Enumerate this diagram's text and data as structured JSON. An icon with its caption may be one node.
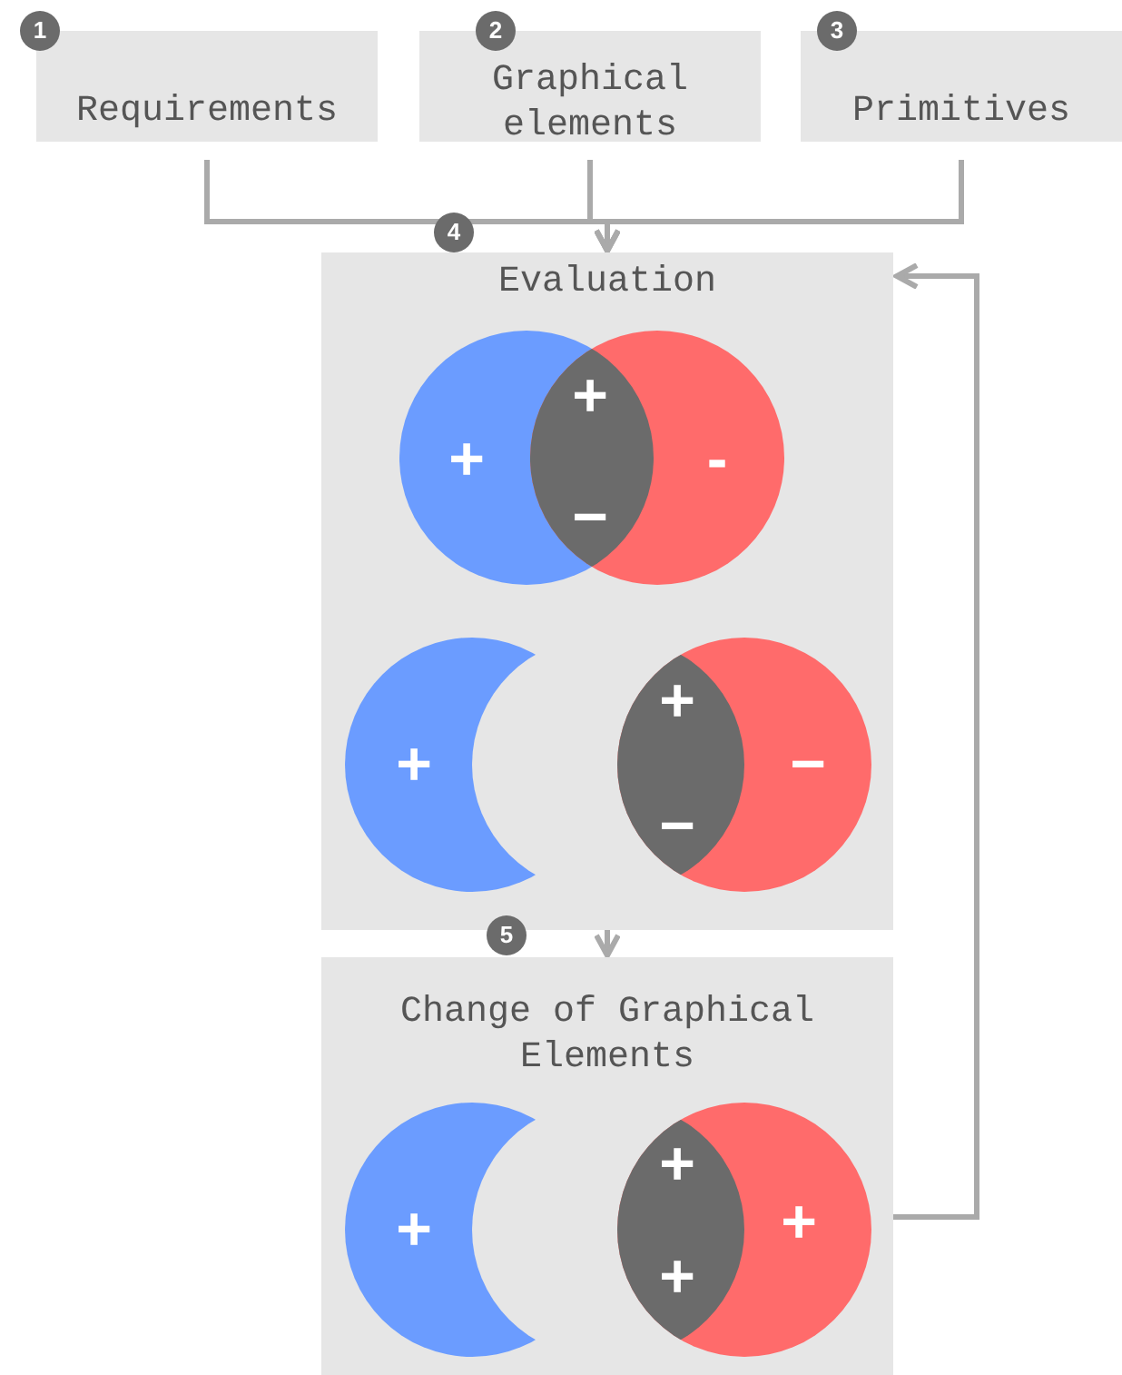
{
  "diagram": {
    "nodes": [
      {
        "text": [
          "Requirements"
        ],
        "beside": [
          "1"
        ]
      },
      {
        "text": [
          "Graphical elements"
        ],
        "beside": [
          "2"
        ]
      },
      {
        "text": [
          "Primitives"
        ],
        "beside": [
          "3"
        ]
      },
      {
        "text": [
          "Evaluation"
        ],
        "beside": [
          "4"
        ]
      },
      {
        "text": [
          "Change of Graphical Elements"
        ],
        "beside": [
          "5"
        ]
      }
    ],
    "edges": [
      {
        "from": 0,
        "to": 3,
        "arrow": "to"
      },
      {
        "from": 1,
        "to": 3,
        "arrow": "to"
      },
      {
        "from": 2,
        "to": 3,
        "arrow": "to"
      },
      {
        "from": 3,
        "to": 4,
        "arrow": "to"
      },
      {
        "from": 4,
        "to": 3,
        "arrow": "to"
      }
    ],
    "labels": [
      "+",
      "+",
      "-",
      "−",
      "+",
      "+",
      "−",
      "−",
      "+",
      "+",
      "+",
      "+"
    ]
  }
}
